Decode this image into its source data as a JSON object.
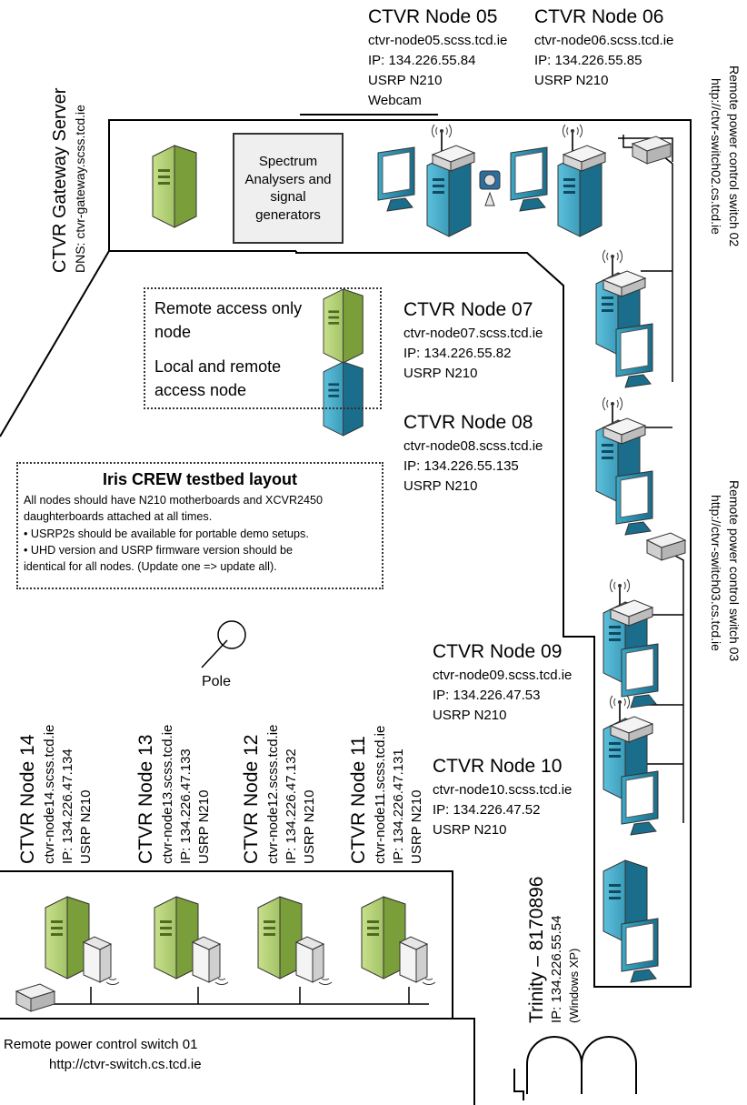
{
  "title": "Iris CREW testbed layout",
  "notes": [
    "All nodes should have N210 motherboards and XCVR2450",
    "daughterboards attached at all times.",
    "• USRP2s should be available for portable demo setups.",
    "• UHD version and USRP firmware version should be",
    "identical for all nodes. (Update one => update all)."
  ],
  "legend": {
    "remote_only": [
      "Remote access only",
      "node"
    ],
    "local_remote": [
      "Local and remote",
      "access node"
    ]
  },
  "gateway": {
    "name": "CTVR Gateway Server",
    "dns": "DNS: ctvr-gateway.scss.tcd.ie"
  },
  "spectrum_box": [
    "Spectrum",
    "Analysers and",
    "signal",
    "generators"
  ],
  "pole_label": "Pole",
  "nodes": {
    "n05": {
      "name": "CTVR Node 05",
      "host": "ctvr-node05.scss.tcd.ie",
      "ip": "IP: 134.226.55.84",
      "hw": "USRP N210",
      "extra": "Webcam"
    },
    "n06": {
      "name": "CTVR Node 06",
      "host": "ctvr-node06.scss.tcd.ie",
      "ip": "IP: 134.226.55.85",
      "hw": "USRP N210"
    },
    "n07": {
      "name": "CTVR Node 07",
      "host": "ctvr-node07.scss.tcd.ie",
      "ip": "IP: 134.226.55.82",
      "hw": "USRP N210"
    },
    "n08": {
      "name": "CTVR Node 08",
      "host": "ctvr-node08.scss.tcd.ie",
      "ip": "IP: 134.226.55.135",
      "hw": "USRP N210"
    },
    "n09": {
      "name": "CTVR Node 09",
      "host": "ctvr-node09.scss.tcd.ie",
      "ip": "IP: 134.226.47.53",
      "hw": "USRP N210"
    },
    "n10": {
      "name": "CTVR Node 10",
      "host": "ctvr-node10.scss.tcd.ie",
      "ip": "IP: 134.226.47.52",
      "hw": "USRP N210"
    },
    "n11": {
      "name": "CTVR Node 11",
      "host": "ctvr-node11.scss.tcd.ie",
      "ip": "IP: 134.226.47.131",
      "hw": "USRP N210"
    },
    "n12": {
      "name": "CTVR Node 12",
      "host": "ctvr-node12.scss.tcd.ie",
      "ip": "IP: 134.226.47.132",
      "hw": "USRP N210"
    },
    "n13": {
      "name": "CTVR Node 13",
      "host": "ctvr-node13.scss.tcd.ie",
      "ip": "IP: 134.226.47.133",
      "hw": "USRP N210"
    },
    "n14": {
      "name": "CTVR Node 14",
      "host": "ctvr-node14.scss.tcd.ie",
      "ip": "IP: 134.226.47.134",
      "hw": "USRP N210"
    }
  },
  "trinity": {
    "name": "Trinity – 8170896",
    "ip": "IP: 134.226.55.54",
    "os": "(Windows XP)"
  },
  "switches": {
    "s01": {
      "name": "Remote power control switch 01",
      "url": "http://ctvr-switch.cs.tcd.ie"
    },
    "s02": {
      "name": "Remote power control switch 02",
      "url": "http://ctvr-switch02.cs.tcd.ie"
    },
    "s03": {
      "name": "Remote power control switch 03",
      "url": "http://ctvr-switch03.cs.tcd.ie"
    }
  },
  "colors": {
    "remote_node": "#8fb84a",
    "local_node": "#2b8fb0",
    "line": "#000000",
    "box_fill": "#efefef"
  }
}
